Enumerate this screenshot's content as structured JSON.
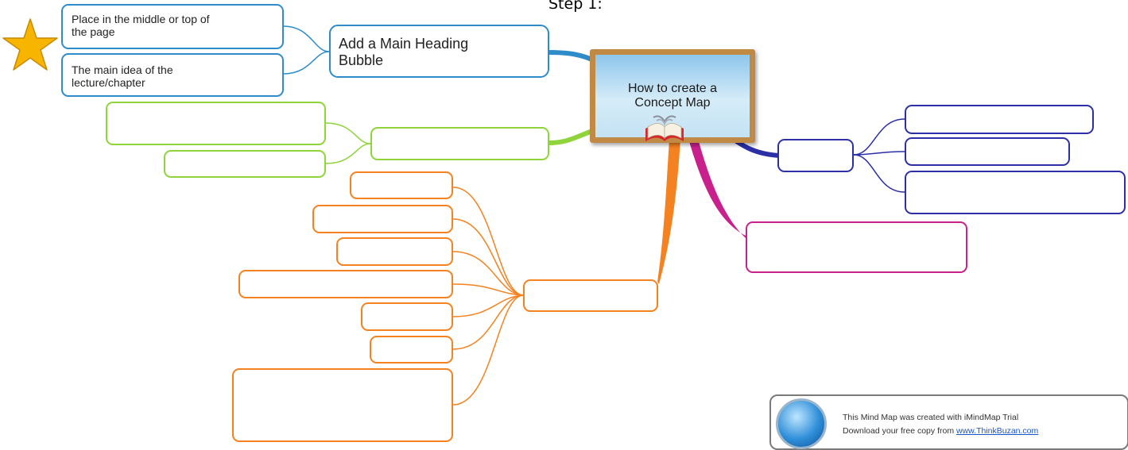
{
  "step_label": "Step 1:",
  "central_topic": "How to create a\nConcept Map",
  "icons": {
    "star": "star-icon",
    "book": "open-book-icon",
    "logo": "imindmap-logo-icon"
  },
  "colors": {
    "blue": "#2e8ccb",
    "green": "#8ed43a",
    "navy": "#2c2fa6",
    "orange": "#f58220",
    "magenta": "#c8208c",
    "star": "#f7b500",
    "frame": "#c08a45"
  },
  "branches": {
    "main_heading": {
      "label": "Add a Main Heading\nBubble",
      "sub_items": [
        "Place in the middle or top of\nthe page",
        "The main idea of the\nlecture/chapter"
      ]
    },
    "green": {
      "label": "",
      "sub_items": [
        "",
        ""
      ]
    },
    "navy": {
      "label": "",
      "sub_items": [
        "",
        "",
        ""
      ]
    },
    "orange": {
      "label": "",
      "sub_items": [
        "",
        "",
        "",
        "",
        "",
        "",
        ""
      ]
    },
    "magenta": {
      "label": ""
    }
  },
  "watermark": {
    "line1": "This Mind Map was created with iMindMap Trial",
    "line2_prefix": "Download your free copy from ",
    "link": "www.ThinkBuzan.com"
  }
}
